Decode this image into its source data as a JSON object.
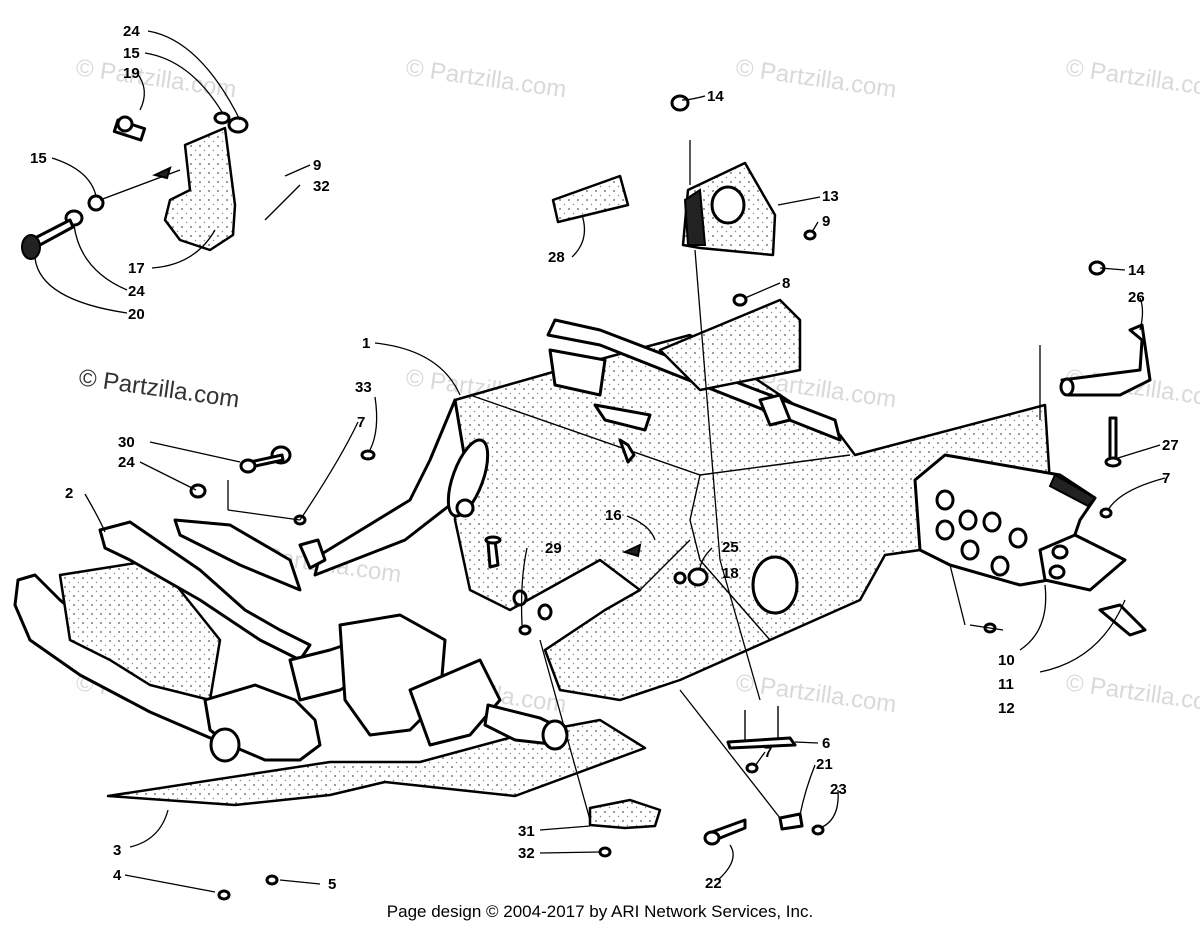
{
  "watermarks": [
    "© Partzilla.com",
    "© Partzilla.com",
    "© Partzilla.com",
    "© Partzilla.com",
    "© Partzilla.com",
    "© Partzilla.com",
    "© Partzilla.com",
    "© Partzilla.com",
    "© Partzilla.com",
    "© Partzilla.com",
    "© Partzilla.com",
    "© Partzilla.com"
  ],
  "main_watermark": "© Partzilla.com",
  "callouts": [
    "24",
    "15",
    "19",
    "15",
    "9",
    "32",
    "17",
    "24",
    "20",
    "14",
    "13",
    "9",
    "28",
    "8",
    "14",
    "26",
    "27",
    "7",
    "1",
    "33",
    "7",
    "30",
    "24",
    "2",
    "16",
    "25",
    "18",
    "29",
    "10",
    "11",
    "12",
    "6",
    "7",
    "21",
    "23",
    "3",
    "4",
    "5",
    "31",
    "32",
    "22"
  ],
  "footer": "Page design © 2004-2017 by ARI Network Services, Inc."
}
